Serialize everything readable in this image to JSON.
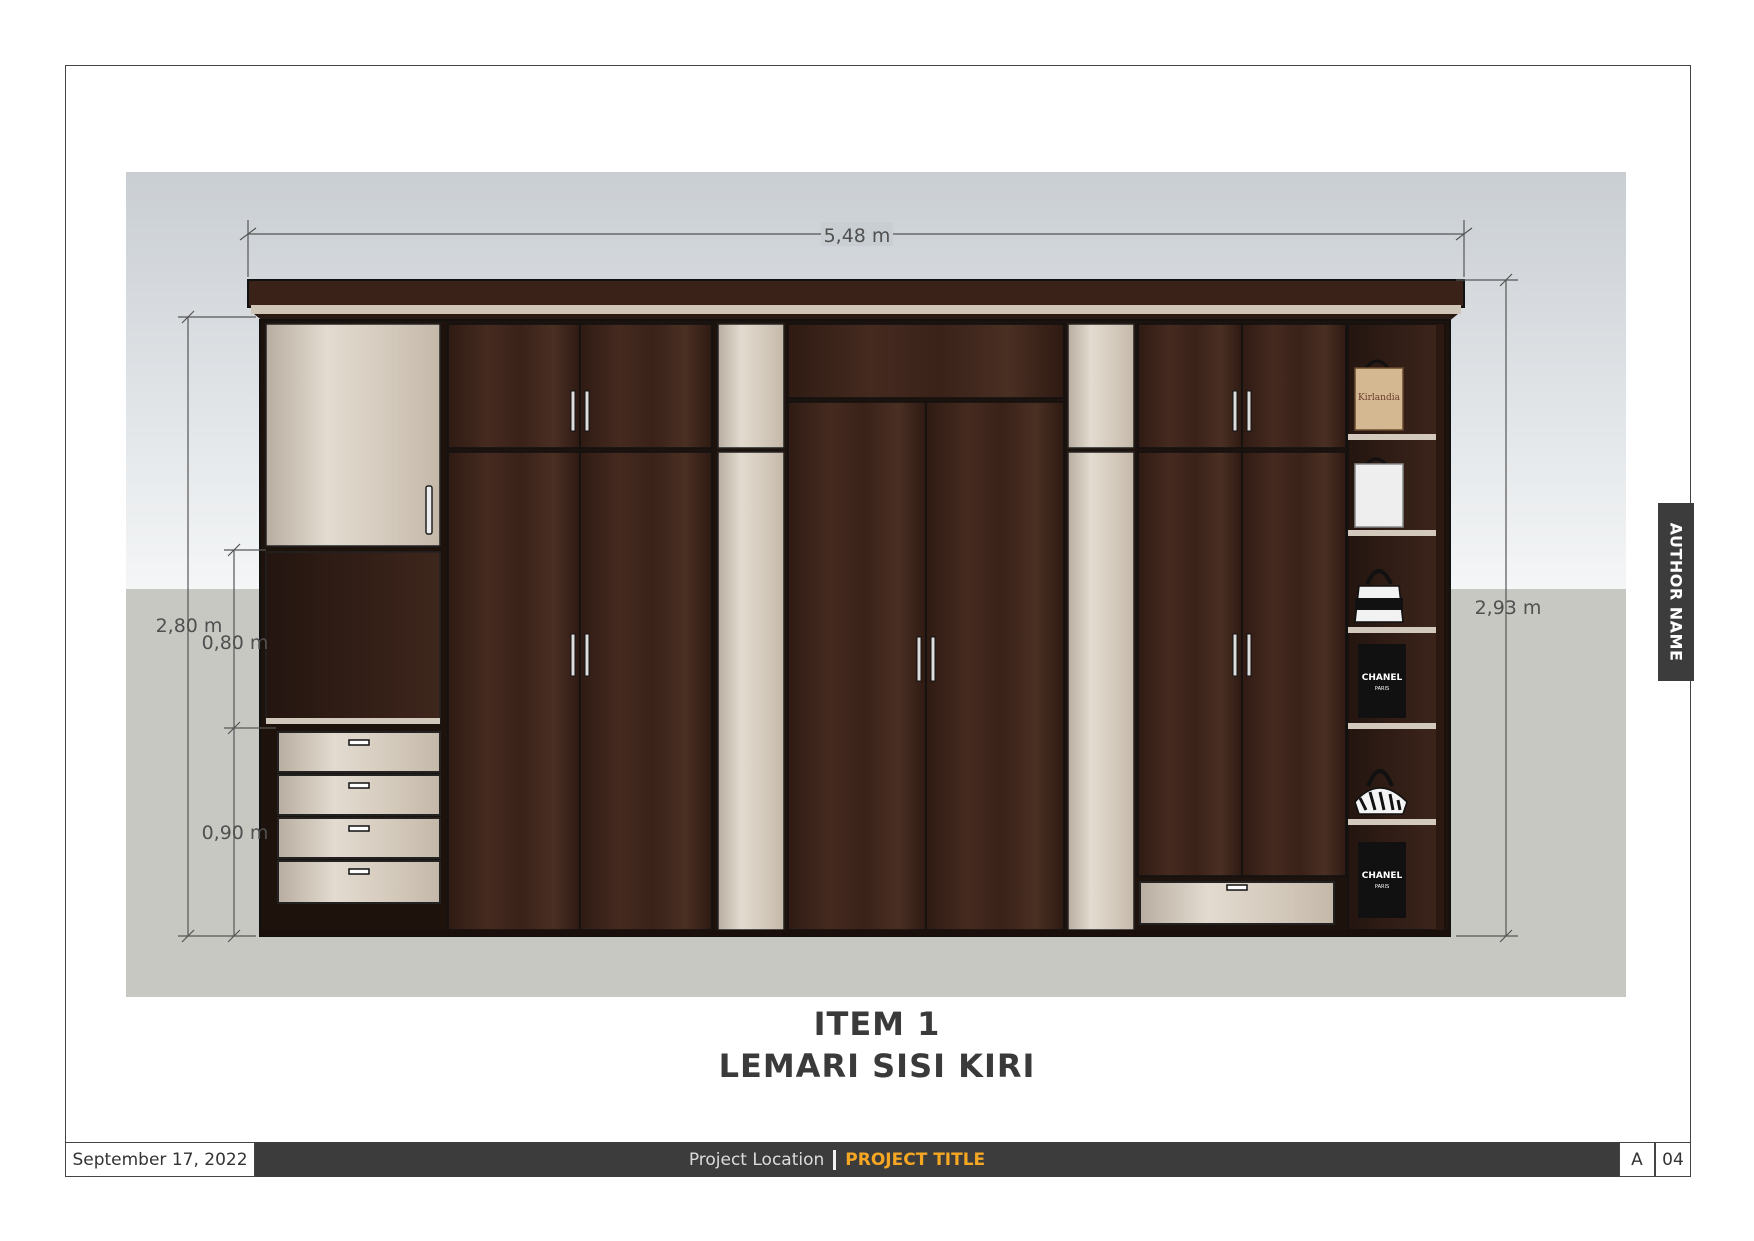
{
  "drawing": {
    "dimensions": {
      "total_width": "5,48 m",
      "total_height_left": "2,80 m",
      "total_height_right": "2,93 m",
      "open_niche_height": "0,80 m",
      "drawer_unit_height": "0,90 m"
    },
    "bag_labels": {
      "bag1_brand": "Kirlandia",
      "bag2_brand": "",
      "bag4_brand": "CHANEL",
      "bag4_sub": "PARIS",
      "bag6_brand": "CHANEL",
      "bag6_sub": "PARIS"
    }
  },
  "title": {
    "line1": "ITEM 1",
    "line2": "LEMARI SISI KIRI"
  },
  "author_tab": "AUTHOR NAME",
  "footer": {
    "date": "September 17, 2022",
    "location": "Project Location",
    "project_title": "PROJECT TITLE",
    "sheet_letter": "A",
    "sheet_number": "04"
  },
  "colors": {
    "dark_wood": "#3a2219",
    "light_wood": "#d8cfc2",
    "sky_top": "#c9ced3",
    "floor": "#c8c8c3",
    "footer_bar": "#3c3c3c",
    "accent": "#f5a623"
  }
}
